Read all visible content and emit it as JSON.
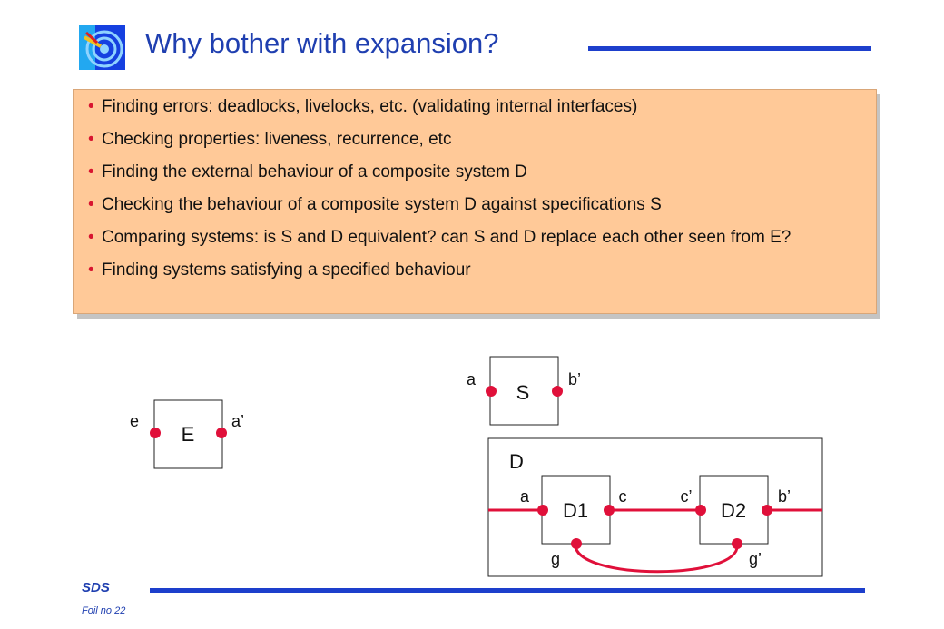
{
  "title": "Why bother with expansion?",
  "bullets": [
    "Finding errors: deadlocks, livelocks, etc. (validating internal interfaces)",
    "Checking properties: liveness, recurrence, etc",
    "Finding the external behaviour of a composite system  D",
    "Checking the behaviour of a composite system D  against specifications S",
    "Comparing systems: is S and D equivalent?  can S and D replace each other seen from E?",
    "Finding systems satisfying a specified behaviour"
  ],
  "diagram": {
    "E": {
      "label": "E",
      "port_left": "e",
      "port_right": "a’"
    },
    "S": {
      "label": "S",
      "port_left": "a",
      "port_right": "b’"
    },
    "D": {
      "label": "D",
      "D1": {
        "label": "D1",
        "port_left": "a",
        "port_right": "c",
        "port_bottom": "g"
      },
      "D2": {
        "label": "D2",
        "port_left": "c’",
        "port_right": "b’",
        "port_bottom": "g’"
      }
    }
  },
  "footer": {
    "label": "SDS",
    "foil": "Foil no 22"
  },
  "colors": {
    "accent_blue": "#1d3fcc",
    "port_red": "#e0103a",
    "box_orange": "#ffc998"
  }
}
